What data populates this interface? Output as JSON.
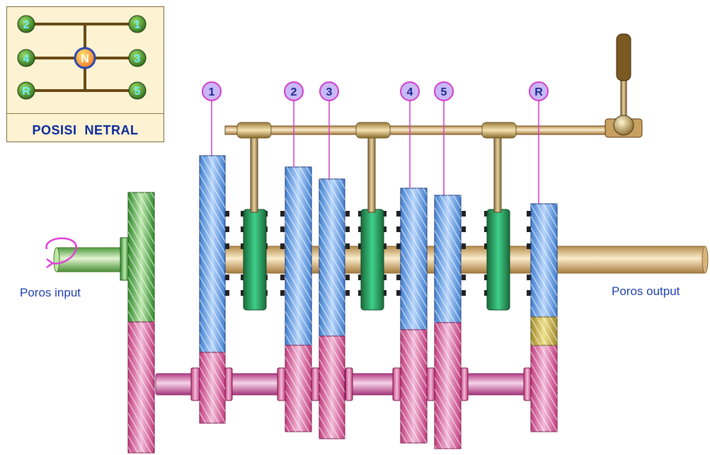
{
  "shift_panel": {
    "title": "POSISI  NETRAL",
    "neutral_label": "N",
    "positions": [
      "2",
      "1",
      "4",
      "3",
      "R",
      "5"
    ]
  },
  "gear_labels": [
    "1",
    "2",
    "3",
    "4",
    "5",
    "R"
  ],
  "labels": {
    "input_shaft": "Poros input",
    "output_shaft": "Poros output"
  },
  "colors": {
    "main_gear": "#4a8fd8",
    "counter_gear": "#d4508e",
    "input_gear": "#46a83c",
    "synchronizer": "#2ea86a",
    "shaft": "#e8c98f",
    "counter_shaft": "#d87ab0",
    "reverse_idler": "#c9b04a",
    "marker_fill": "#c9b8f7",
    "marker_stroke": "#d23cc8",
    "panel_bg": "#fdf3d3",
    "label_text": "#1c3fb0"
  }
}
